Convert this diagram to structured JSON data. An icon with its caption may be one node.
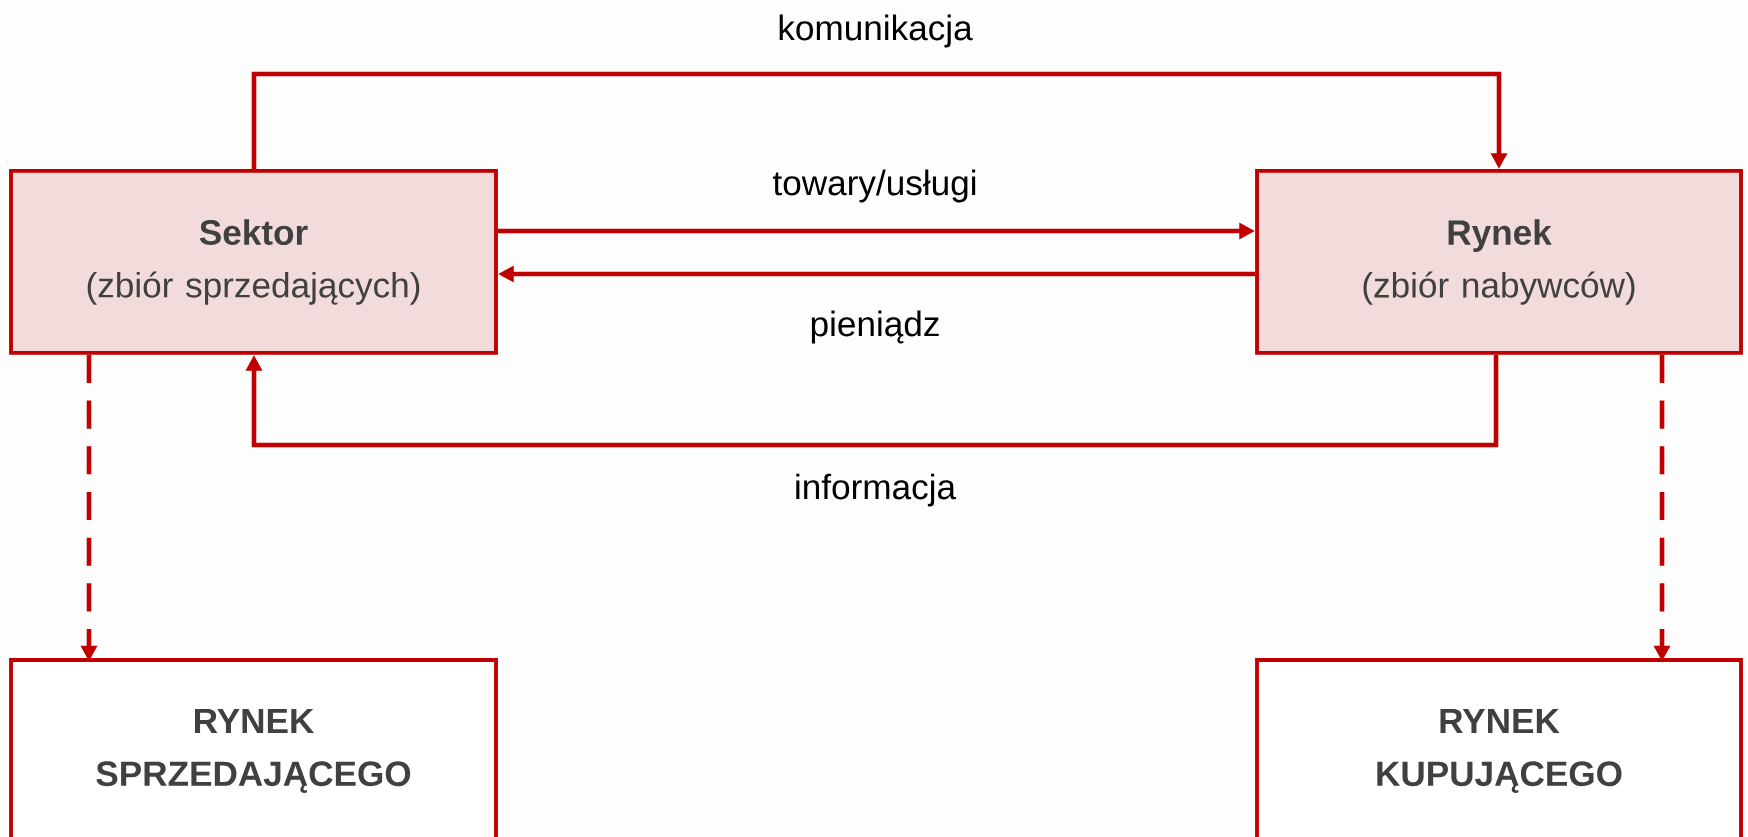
{
  "diagram": {
    "nodes": [
      {
        "text": [
          "Sektor",
          "(zbiór sprzedających)"
        ]
      },
      {
        "text": [
          "Rynek",
          "(zbiór nabywców)"
        ]
      },
      {
        "text": [
          "RYNEK SPRZEDAJĄCEGO"
        ]
      },
      {
        "text": [
          "RYNEK KUPUJĄCEGO"
        ]
      }
    ],
    "edges": [
      {
        "from": 0,
        "to": 1,
        "arrow": "to",
        "label": "komunikacja"
      },
      {
        "from": 0,
        "to": 1,
        "arrow": "to",
        "label": "towary/usługi"
      },
      {
        "from": 1,
        "to": 0,
        "arrow": "to",
        "label": "pieniądz"
      },
      {
        "from": 1,
        "to": 0,
        "arrow": "to",
        "label": "informacja"
      },
      {
        "from": 0,
        "to": 2,
        "arrow": "to",
        "style": "dashed"
      },
      {
        "from": 1,
        "to": 3,
        "arrow": "to",
        "style": "dashed"
      }
    ]
  }
}
